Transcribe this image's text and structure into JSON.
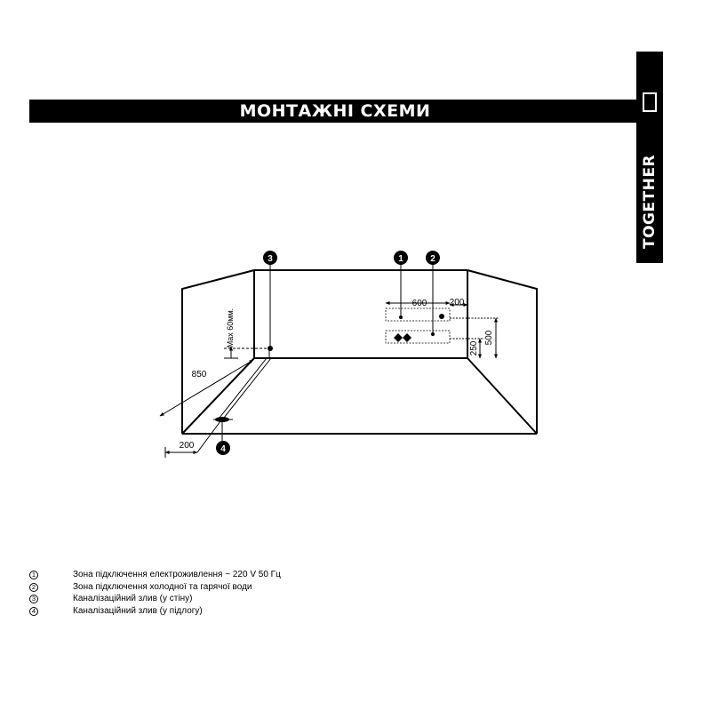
{
  "header": {
    "title": "МОНТАЖНІ СХЕМИ",
    "brand": "TOGETHER"
  },
  "diagram": {
    "markers": [
      "1",
      "2",
      "3",
      "4"
    ],
    "dims": {
      "d600": "600",
      "d200_top": "200",
      "d500": "500",
      "d250": "250",
      "d850": "850",
      "d200_bottom": "200",
      "max60": "Max 60мм."
    }
  },
  "legend": {
    "items": [
      {
        "num": "1",
        "text": "Зона підключення електроживлення  ~ 220 V 50 Гц"
      },
      {
        "num": "2",
        "text": "Зона підключення холодної та гарячої води"
      },
      {
        "num": "3",
        "text": "Каналізаційний злив (у стіну)"
      },
      {
        "num": "4",
        "text": "Каналізаційний злив (у підлогу)"
      }
    ]
  }
}
